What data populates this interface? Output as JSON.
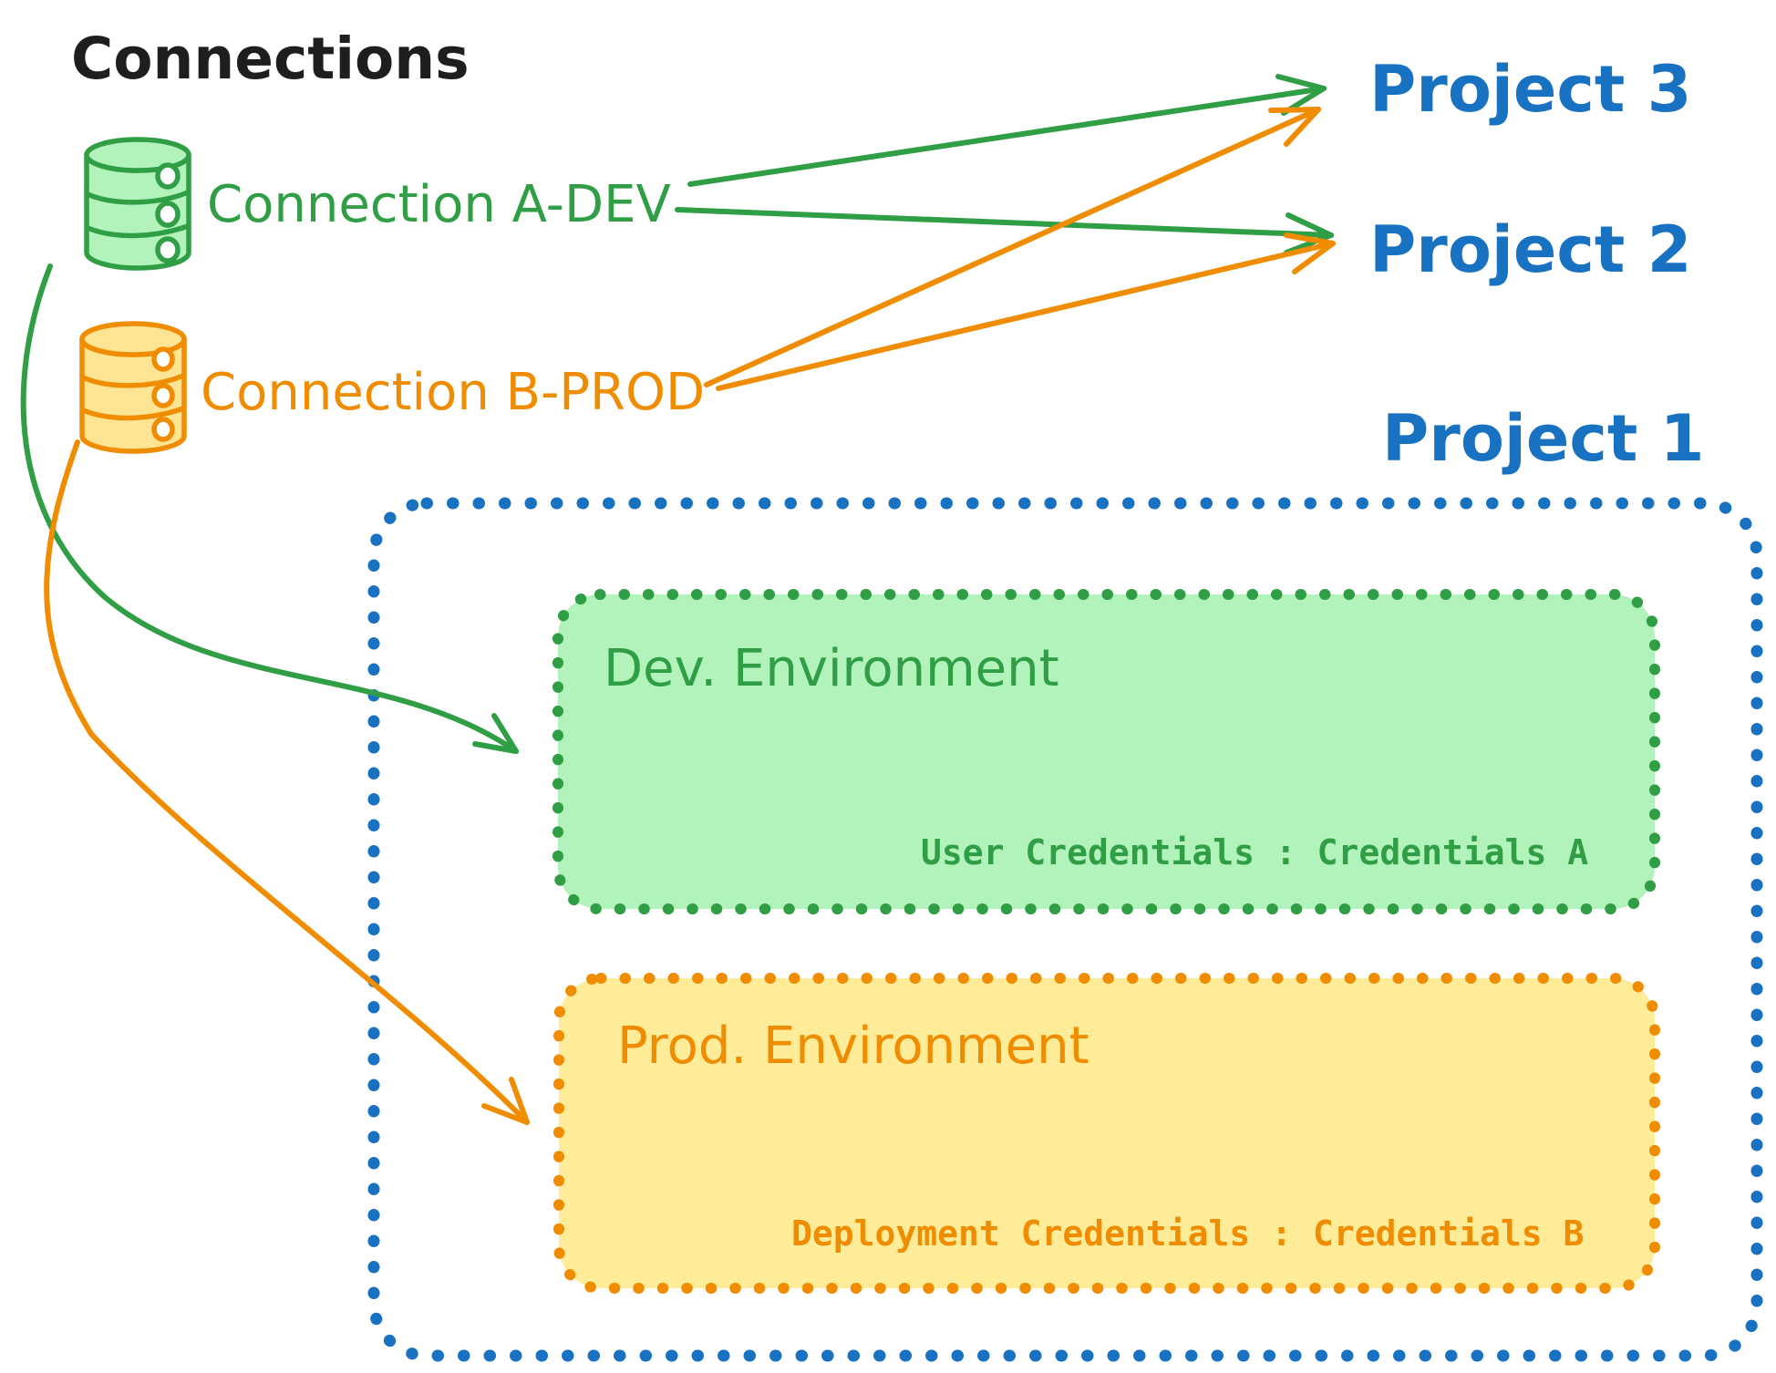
{
  "header": {
    "title": "Connections"
  },
  "colors": {
    "ink": "#1e1e1e",
    "green_stroke": "#2f9e44",
    "green_fill": "#b2f2bb",
    "orange_stroke": "#f08c00",
    "orange_fill": "#ffec99",
    "orange_db_fill": "#ffe593",
    "blue": "#1971c2",
    "white": "#ffffff"
  },
  "connections": [
    {
      "id": "a-dev",
      "label": "Connection A-DEV"
    },
    {
      "id": "b-prod",
      "label": "Connection B-PROD"
    }
  ],
  "projects": [
    {
      "label": "Project 3"
    },
    {
      "label": "Project 2"
    },
    {
      "label": "Project 1"
    }
  ],
  "project1": {
    "dev_environment": {
      "title": "Dev. Environment",
      "credentials_label": "User Credentials : Credentials A"
    },
    "prod_environment": {
      "title": "Prod. Environment",
      "credentials_label": "Deployment Credentials : Credentials B"
    }
  }
}
